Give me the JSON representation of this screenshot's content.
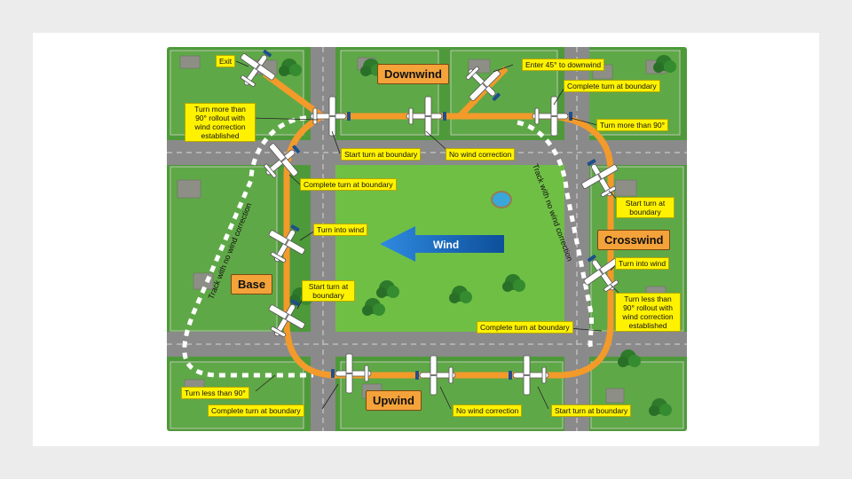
{
  "legs": {
    "downwind": "Downwind",
    "crosswind": "Crosswind",
    "base": "Base",
    "upwind": "Upwind"
  },
  "wind": "Wind",
  "tracks": {
    "right_track": "Track with no wind correction",
    "left_track": "Track with no wind correction"
  },
  "labels": {
    "exit": "Exit",
    "enter_45": "Enter 45° to downwind",
    "complete_turn_top_right": "Complete turn at boundary",
    "turn_more_left": "Turn more than 90° rollout with wind correction established",
    "turn_more_right": "Turn more than 90°",
    "start_turn_top": "Start turn at boundary",
    "no_wind_correction_top": "No wind correction",
    "complete_turn_left": "Complete turn at boundary",
    "start_turn_right": "Start turn at boundary",
    "turn_into_wind_left": "Turn into wind",
    "turn_into_wind_right": "Turn into wind",
    "start_turn_left": "Start turn at boundary",
    "turn_less_right": "Turn less than 90° rollout with wind correction established",
    "complete_turn_bottom_right": "Complete turn at boundary",
    "turn_less_left": "Turn less than 90°",
    "complete_turn_bottom_left": "Complete turn at boundary",
    "no_wind_correction_bottom": "No wind correction",
    "start_turn_bottom": "Start turn at boundary"
  },
  "colors": {
    "grass": "#4e9a3a",
    "field": "#6fbf45",
    "road": "#8a8a8a",
    "pattern": "#f39a2a",
    "label": "#fff200",
    "leg_box": "#f4a23a",
    "wind_arrow": "#1f6fc0"
  }
}
